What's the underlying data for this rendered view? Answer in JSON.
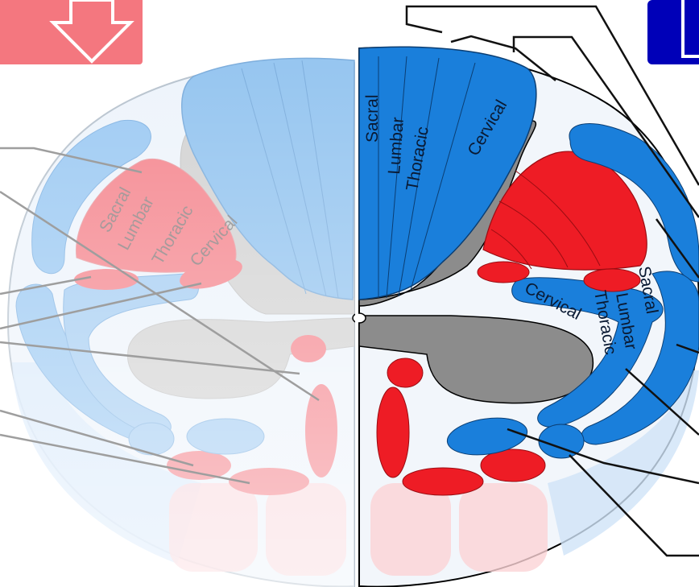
{
  "colors": {
    "motor_red": "#ee1c25",
    "sensory_blue": "#1a7fdb",
    "faded_red": "#f58a92",
    "faded_blue": "#9fcbf3",
    "grey_matter": "#8c8c8c",
    "button_red": "#f4777f",
    "button_blue": "#0000b8"
  },
  "buttons": {
    "left": {
      "icon": "arrow-down-outline-icon"
    },
    "right": {
      "icon": "square-outline-icon"
    }
  },
  "left_half": {
    "motor_tract_labels": [
      "Sacral",
      "Lumbar",
      "Thoracic",
      "Cervical"
    ],
    "dorsal_column_labels": []
  },
  "right_half": {
    "dorsal_column_labels": [
      "Sacral",
      "Lumbar",
      "Thoracic",
      "Cervical"
    ],
    "sensory_tract_labels": [
      "Cervical",
      "Thoracic",
      "Lumbar",
      "Sacral"
    ]
  }
}
